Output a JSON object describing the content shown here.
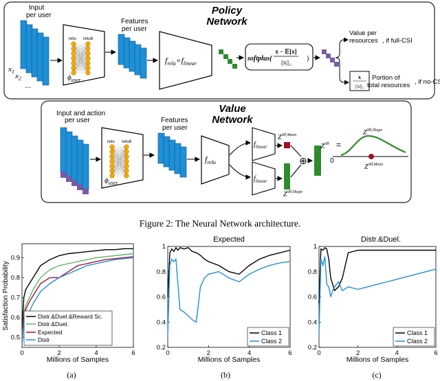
{
  "policy": {
    "title_line1": "Policy",
    "title_line2": "Network",
    "input_line1": "Input",
    "input_line2": "per user",
    "x1": "x",
    "x1_sub": "1",
    "x2": "x",
    "x2_sub": "2",
    "dots": "...",
    "relu": "relu",
    "relu6": "relu6",
    "phi": "ϕ",
    "phi_sub": "user",
    "features_line1": "Features",
    "features_line2": "per user",
    "f_relu_f": "f",
    "f_relu_sub": "relu",
    "compose": "∘",
    "f_linear_f": "f",
    "f_linear_sub": "linear",
    "softplus_label": "softplus(",
    "softplus_num": "x − 𝔼[x]",
    "softplus_den": "||x||₂",
    "softplus_close": ")",
    "value_line1": "Value per",
    "value_line2": "resources",
    "value_cond": ", if full-CSI",
    "norm_num": "x",
    "norm_den": "||x||₁",
    "portion_line1": "Portion of",
    "portion_line2": "total resources",
    "portion_cond": ", if no-CSI"
  },
  "value": {
    "title_line1": "Value",
    "title_line2": "Network",
    "input_line1": "Input and action",
    "input_line2": "per user",
    "relu": "relu",
    "relu6": "relu6",
    "phi": "ϕ",
    "phi_sub": "user",
    "features_line1": "Features",
    "features_line2": "per user",
    "f_relu_f": "f",
    "f_relu_sub": "relu",
    "f_linear_top_f": "f",
    "f_linear_top_sub": "linear",
    "f_linear_bot_f": "f",
    "f_linear_bot_sub": "linear",
    "z_mean": "Z",
    "z_mean_sup": "π",
    "z_mean_sup_rest": "θ,Mean",
    "z_mean_sub": "ψ",
    "z_shape": "Z",
    "z_shape_sup": "π",
    "z_shape_sup_rest": "θ,Shape",
    "z_shape_sub": "ψ",
    "plus": "⊕",
    "z_total": "Z",
    "z_total_sup": "π",
    "z_total_sup_rest": "θ",
    "z_total_sub": "ψ",
    "equals": "=",
    "zero": "0"
  },
  "caption": "Figure 2: The Neural Network architecture.",
  "colors": {
    "blue": "#1f8fd6",
    "purple": "#7b5aa6",
    "green": "#2e8b2e",
    "red": "#a01020",
    "orange": "#f5a800"
  },
  "charts": {
    "a": {
      "sublabel": "(a)",
      "ylabel": "Satisfaction Probability",
      "xlabel": "Millions of Samples",
      "xticks": [
        "0",
        "2",
        "4",
        "6"
      ],
      "yticks": [
        "0.5",
        "0.6",
        "0.7",
        "0.8",
        "0.9"
      ],
      "legend": [
        "Distr.&Duel.&Reward Sc.",
        "Distr.&Duel.",
        "Expected",
        "Distr"
      ]
    },
    "b": {
      "sublabel": "(b)",
      "title": "Expected",
      "xlabel": "Millions of Samples",
      "xticks": [
        "0",
        "2",
        "4",
        "6"
      ],
      "yticks": [
        "0.2",
        "0.4",
        "0.6",
        "0.8",
        "1"
      ],
      "legend": [
        "Class 1",
        "Class 2"
      ]
    },
    "c": {
      "sublabel": "(c)",
      "title": "Distr.&Duel.",
      "xlabel": "Millions of Samples",
      "xticks": [
        "0",
        "2",
        "4",
        "6"
      ],
      "yticks": [
        "0.2",
        "0.4",
        "0.6",
        "0.8",
        "1"
      ],
      "legend": [
        "Class 1",
        "Class 2"
      ]
    }
  },
  "chart_data": [
    {
      "type": "line",
      "ylabel": "Satisfaction Probability",
      "xlabel": "Millions of Samples",
      "xlim": [
        0,
        6
      ],
      "ylim": [
        0.45,
        0.97
      ],
      "legend_position": "bottom-left",
      "x": [
        0,
        0.1,
        0.2,
        0.4,
        0.6,
        0.8,
        1.0,
        1.5,
        2.0,
        2.5,
        3.0,
        3.5,
        4.0,
        4.5,
        5.0,
        5.5,
        6.0
      ],
      "series": [
        {
          "name": "Distr.&Duel.&Reward Sc.",
          "color": "#000000",
          "values": [
            0.55,
            0.7,
            0.74,
            0.77,
            0.8,
            0.83,
            0.86,
            0.89,
            0.91,
            0.92,
            0.925,
            0.93,
            0.935,
            0.94,
            0.94,
            0.945,
            0.945
          ]
        },
        {
          "name": "Distr.&Duel.",
          "color": "#5cb85c",
          "values": [
            0.5,
            0.62,
            0.66,
            0.7,
            0.74,
            0.77,
            0.8,
            0.84,
            0.86,
            0.87,
            0.88,
            0.89,
            0.9,
            0.905,
            0.91,
            0.915,
            0.92
          ]
        },
        {
          "name": "Expected",
          "color": "#a01040",
          "values": [
            0.48,
            0.6,
            0.64,
            0.68,
            0.71,
            0.74,
            0.77,
            0.8,
            0.8,
            0.83,
            0.86,
            0.87,
            0.88,
            0.89,
            0.895,
            0.9,
            0.905
          ]
        },
        {
          "name": "Distr",
          "color": "#1f8fd6",
          "values": [
            0.46,
            0.58,
            0.6,
            0.63,
            0.67,
            0.7,
            0.73,
            0.77,
            0.8,
            0.82,
            0.84,
            0.86,
            0.87,
            0.88,
            0.89,
            0.895,
            0.9
          ]
        }
      ]
    },
    {
      "type": "line",
      "title": "Expected",
      "xlabel": "Millions of Samples",
      "xlim": [
        0,
        6
      ],
      "ylim": [
        0.2,
        1.0
      ],
      "legend_position": "bottom-right",
      "x": [
        0,
        0.1,
        0.2,
        0.3,
        0.4,
        0.5,
        0.6,
        0.8,
        1.0,
        1.2,
        1.4,
        1.6,
        1.8,
        2.0,
        2.5,
        3.0,
        3.5,
        4.0,
        4.5,
        5.0,
        5.5,
        6.0
      ],
      "series": [
        {
          "name": "Class 1",
          "color": "#000000",
          "values": [
            0.6,
            0.95,
            0.98,
            0.96,
            0.99,
            0.97,
            0.99,
            0.98,
            0.99,
            0.96,
            0.95,
            0.93,
            0.9,
            0.88,
            0.85,
            0.8,
            0.78,
            0.85,
            0.9,
            0.93,
            0.95,
            0.97
          ]
        },
        {
          "name": "Class 2",
          "color": "#1f8fd6",
          "values": [
            0.3,
            0.85,
            0.9,
            0.88,
            0.9,
            0.7,
            0.5,
            0.48,
            0.45,
            0.42,
            0.4,
            0.68,
            0.75,
            0.78,
            0.8,
            0.75,
            0.72,
            0.78,
            0.82,
            0.85,
            0.87,
            0.88
          ]
        }
      ]
    },
    {
      "type": "line",
      "title": "Distr.&Duel.",
      "xlabel": "Millions of Samples",
      "xlim": [
        0,
        6
      ],
      "ylim": [
        0.2,
        1.0
      ],
      "legend_position": "bottom-right",
      "x": [
        0,
        0.1,
        0.2,
        0.3,
        0.4,
        0.5,
        0.6,
        0.7,
        0.8,
        1.0,
        1.2,
        1.5,
        2.0,
        2.5,
        3.0,
        3.5,
        4.0,
        4.5,
        5.0,
        5.5,
        6.0
      ],
      "series": [
        {
          "name": "Class 1",
          "color": "#000000",
          "values": [
            0.55,
            0.98,
            0.97,
            0.99,
            0.98,
            0.9,
            0.75,
            0.7,
            0.65,
            0.68,
            0.75,
            0.95,
            0.97,
            0.97,
            0.97,
            0.97,
            0.97,
            0.97,
            0.97,
            0.97,
            0.97
          ]
        },
        {
          "name": "Class 2",
          "color": "#1f8fd6",
          "values": [
            0.3,
            0.9,
            0.85,
            0.92,
            0.7,
            0.68,
            0.6,
            0.65,
            0.68,
            0.72,
            0.65,
            0.68,
            0.66,
            0.68,
            0.7,
            0.72,
            0.74,
            0.76,
            0.78,
            0.8,
            0.82
          ]
        }
      ]
    }
  ]
}
